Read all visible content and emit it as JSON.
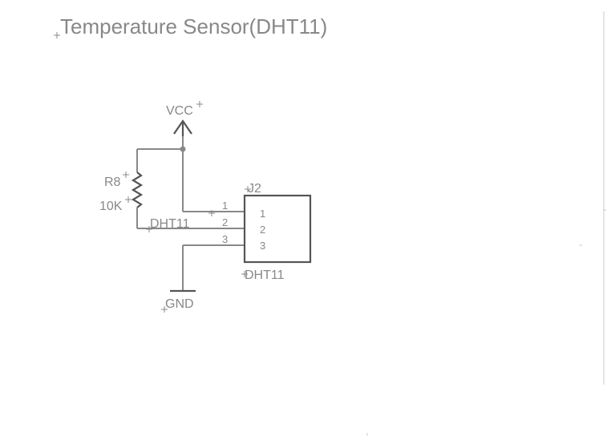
{
  "title": "Temperature Sensor(DHT11)",
  "power": {
    "vcc_label": "VCC",
    "gnd_label": "GND"
  },
  "resistor": {
    "ref": "R8",
    "value": "10K"
  },
  "net_label": "DHT11",
  "connector": {
    "ref": "J2",
    "value": "DHT11",
    "outer_pins": [
      "1",
      "2",
      "3"
    ],
    "inner_pins": [
      "1",
      "2",
      "3"
    ]
  },
  "colors": {
    "wire": "#888888",
    "body": "#555555",
    "text": "#888888"
  }
}
